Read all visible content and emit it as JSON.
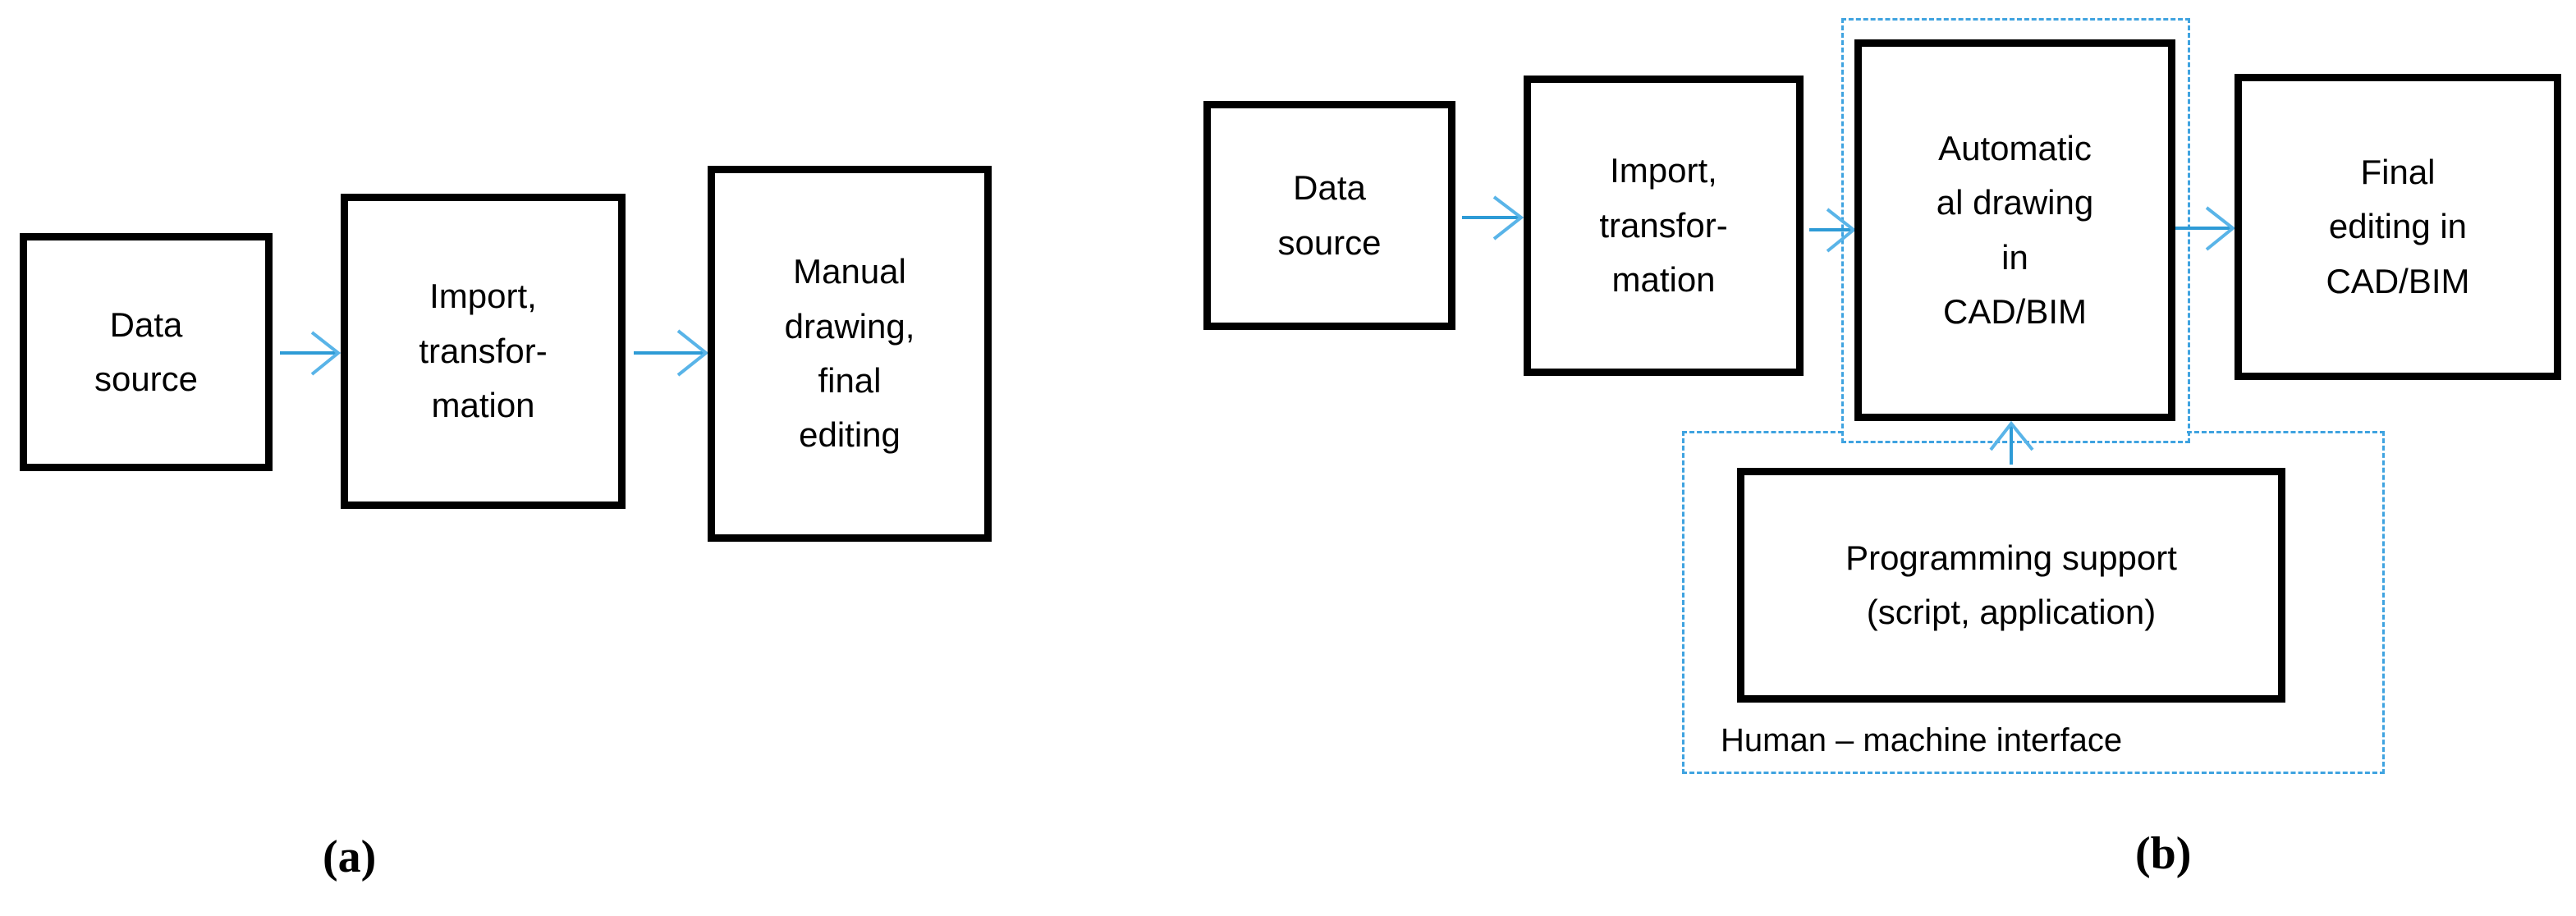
{
  "figure": {
    "panels": [
      {
        "letter": "(a)",
        "caption": "",
        "nodes": [
          {
            "id": "a-data-source",
            "label": "Data\nsource"
          },
          {
            "id": "a-import",
            "label": "Import,\ntransfor-\nmation"
          },
          {
            "id": "a-manual",
            "label": "Manual\ndrawing,\nfinal\nediting"
          }
        ],
        "flow": [
          "a-data-source",
          "a-import",
          "a-manual"
        ]
      },
      {
        "letter": "(b)",
        "caption": "Human – machine interface",
        "nodes": [
          {
            "id": "b-data-source",
            "label": "Data\nsource"
          },
          {
            "id": "b-import",
            "label": "Import,\ntransfor-\nmation"
          },
          {
            "id": "b-automatic",
            "label": "Automatic\nal drawing\nin\nCAD/BIM"
          },
          {
            "id": "b-final",
            "label": "Final\nediting in\nCAD/BIM"
          },
          {
            "id": "b-programming",
            "label": "Programming support\n(script, application)"
          }
        ],
        "flow": [
          "b-data-source",
          "b-import",
          "b-automatic",
          "b-final"
        ],
        "support_flow": [
          "b-programming",
          "b-automatic"
        ]
      }
    ],
    "colors": {
      "node_border": "#000000",
      "node_fill": "#ffffff",
      "arrow": "#2E9BD6",
      "arrow_head": "#59B4E8",
      "dashed_region": "#3FA3E0",
      "text": "#000000",
      "background": "#ffffff"
    }
  }
}
